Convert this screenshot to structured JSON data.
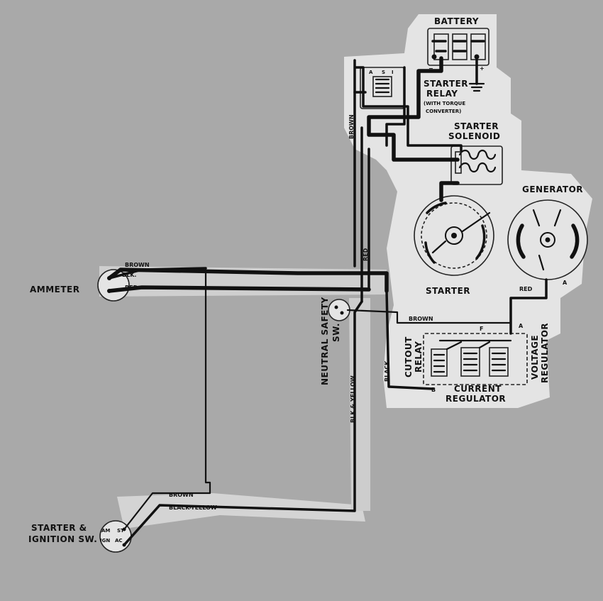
{
  "diagram": {
    "components": {
      "battery": "BATTERY",
      "starter_relay": "STARTER",
      "starter_relay_2": "RELAY",
      "torque_note_1": "(WITH TORQUE",
      "torque_note_2": "CONVERTER)",
      "starter_solenoid_1": "STARTER",
      "starter_solenoid_2": "SOLENOID",
      "generator": "GENERATOR",
      "starter": "STARTER",
      "ammeter": "AMMETER",
      "neutral_safety_1": "NEUTRAL SAFETY",
      "neutral_safety_2": "SW.",
      "cutout_relay_1": "CUTOUT",
      "cutout_relay_2": "RELAY",
      "current_regulator_1": "CURRENT",
      "current_regulator_2": "REGULATOR",
      "voltage_regulator_1": "VOLTAGE",
      "voltage_regulator_2": "REGULATOR",
      "ignition_sw_1": "STARTER &",
      "ignition_sw_2": "IGNITION SW."
    },
    "wire_labels": {
      "brown_vertical": "BROWN",
      "red_vertical": "RED",
      "ammeter_brown": "BROWN",
      "ammeter_blk": "BLK.",
      "ammeter_red": "RED",
      "regulator_brown": "BROWN",
      "regulator_black": "BLACK",
      "generator_red": "RED",
      "blk_yellow_vertical": "BLK & YELLOW",
      "bottom_brown": "BROWN",
      "bottom_black_yellow": "BLACK-YELLOW"
    },
    "terminals": {
      "relay_a": "A",
      "relay_s": "S",
      "relay_i": "I",
      "batt_minus": "−",
      "batt_plus": "+",
      "gen_a": "A",
      "reg_a": "A",
      "reg_f": "F",
      "reg_b": "B",
      "ign_am": "AM",
      "ign_st": "ST",
      "ign_ign": "IGN",
      "ign_ac": "AC"
    },
    "colors": {
      "background": "#a9a9a9",
      "panel": "#e4e4e4",
      "wire": "#111111"
    }
  }
}
